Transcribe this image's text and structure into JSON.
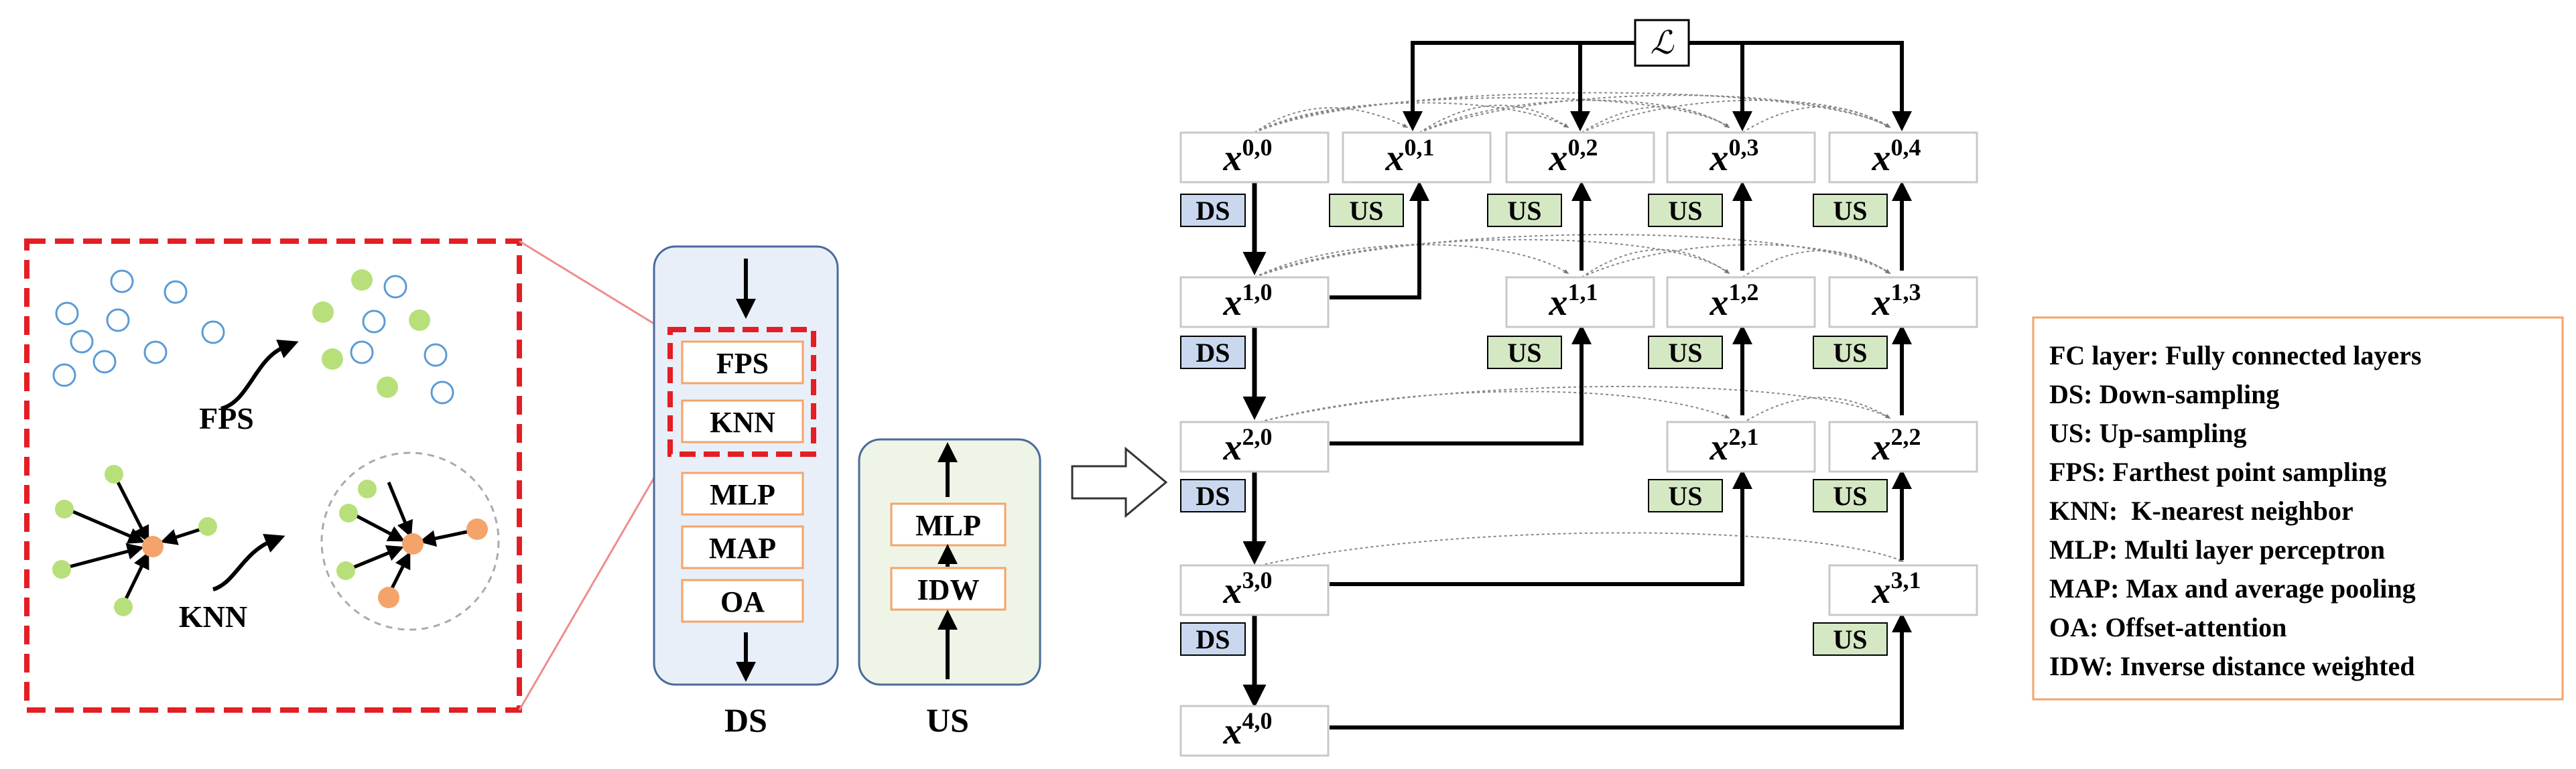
{
  "sampling": {
    "fps_label": "FPS",
    "knn_label": "KNN"
  },
  "ds_module": {
    "caption": "DS",
    "steps": [
      "FPS",
      "KNN",
      "MLP",
      "MAP",
      "OA"
    ]
  },
  "us_module": {
    "caption": "US",
    "steps": [
      "MLP",
      "IDW"
    ]
  },
  "loss_symbol": "ℒ",
  "nodes": {
    "x00": {
      "base": "x",
      "sup": "0,0"
    },
    "x01": {
      "base": "x",
      "sup": "0,1"
    },
    "x02": {
      "base": "x",
      "sup": "0,2"
    },
    "x03": {
      "base": "x",
      "sup": "0,3"
    },
    "x04": {
      "base": "x",
      "sup": "0,4"
    },
    "x10": {
      "base": "x",
      "sup": "1,0"
    },
    "x11": {
      "base": "x",
      "sup": "1,1"
    },
    "x12": {
      "base": "x",
      "sup": "1,2"
    },
    "x13": {
      "base": "x",
      "sup": "1,3"
    },
    "x20": {
      "base": "x",
      "sup": "2,0"
    },
    "x21": {
      "base": "x",
      "sup": "2,1"
    },
    "x22": {
      "base": "x",
      "sup": "2,2"
    },
    "x30": {
      "base": "x",
      "sup": "3,0"
    },
    "x31": {
      "base": "x",
      "sup": "3,1"
    },
    "x40": {
      "base": "x",
      "sup": "4,0"
    }
  },
  "tags": {
    "ds": "DS",
    "us": "US"
  },
  "legend": [
    "FC layer: Fully connected layers",
    "DS: Down-sampling",
    "US: Up-sampling",
    "FPS: Farthest point sampling",
    "KNN:  K-nearest neighbor",
    "MLP: Multi layer perceptron",
    "MAP: Max and average pooling",
    "OA: Offset-attention",
    "IDW: Inverse distance weighted"
  ],
  "colors": {
    "red_dash": "#e31e24",
    "open_circle": "#5b9bd5",
    "green_point": "#b7e07a",
    "orange_point": "#f4a46a",
    "ds_panel": "#e9eff8",
    "us_panel": "#eef5e6",
    "ds_tag": "#c9d8ee",
    "us_tag": "#d5e8c4",
    "legend_border": "#f4a46a",
    "box_border": "#c8c8c8"
  }
}
